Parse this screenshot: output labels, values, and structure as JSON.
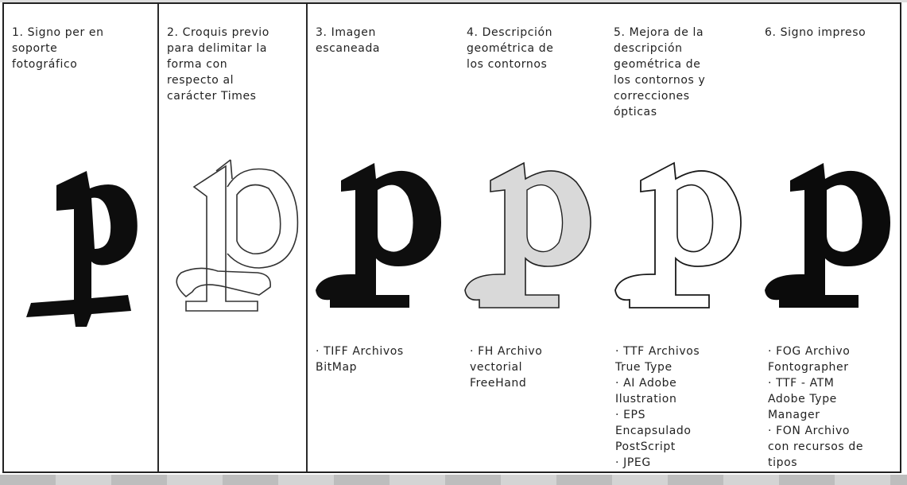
{
  "steps": [
    {
      "title": "1. Signo per en\nsoporte\nfotográfico",
      "files": []
    },
    {
      "title": "2. Croquis previo\npara delimitar la\nforma con\nrespecto al\ncarácter Times",
      "files": []
    },
    {
      "title": "3. Imagen\nescaneada",
      "files": [
        "· TIFF Archivos",
        "BitMap"
      ]
    },
    {
      "title": "4. Descripción\ngeométrica de\nlos contornos",
      "files": [
        "· FH Archivo",
        "vectorial",
        "FreeHand"
      ]
    },
    {
      "title": "5. Mejora de la\ndescripción\ngeométrica de\nlos contornos y\ncorrecciones\nópticas",
      "files": [
        "· TTF Archivos",
        "True Type",
        "· AI Adobe",
        "Ilustration",
        "· EPS",
        "Encapsulado",
        "PostScript",
        "· JPEG"
      ]
    },
    {
      "title": "6. Signo impreso",
      "files": [
        "· FOG Archivo",
        "Fontographer",
        "· TTF - ATM",
        "Adobe Type",
        "Manager",
        "· FON Archivo",
        "con recursos de",
        "tipos"
      ]
    }
  ],
  "colors": {
    "ink": "#111111",
    "border": "#222222",
    "gray_fill": "#d9d9d9"
  }
}
